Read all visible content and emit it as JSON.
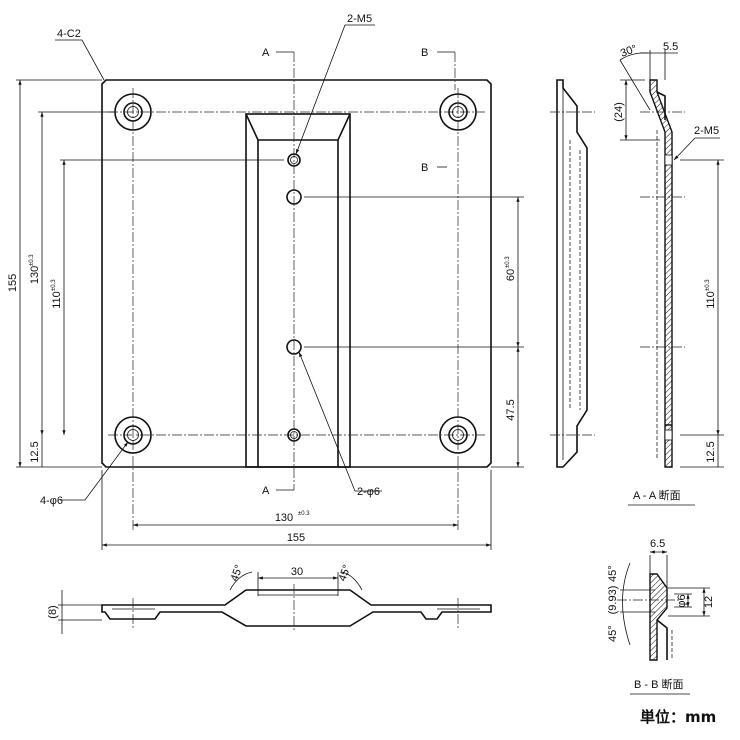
{
  "front_view": {
    "chamfer_note": "4-C2",
    "tapped_note_top": "2-M5",
    "hole_note_corner": "4-φ6",
    "hole_note_center": "2-φ6",
    "section_a_top": "A",
    "section_a_bottom": "A",
    "section_b_top": "B",
    "section_b_mid": "B",
    "dim_height": "155",
    "dim_130_v": "130",
    "dim_130_v_tol": "±0.3",
    "dim_110_v": "110",
    "dim_110_v_tol": "±0.3",
    "dim_12_5": "12.5",
    "dim_60": "60",
    "dim_60_tol": "±0.3",
    "dim_47_5": "47.5",
    "dim_130_h": "130",
    "dim_130_h_tol": "±0.3",
    "dim_width": "155"
  },
  "bottom_view": {
    "dim_8": "(8)",
    "dim_30": "30",
    "angle_left": "45°",
    "angle_right": "45°"
  },
  "section_aa": {
    "label": "A - A 断面",
    "angle": "30°",
    "dim_5_5": "5.5",
    "dim_24": "(24)",
    "tapped_note": "2-M5",
    "dim_110": "110",
    "dim_110_tol": "±0.3",
    "dim_12_5": "12.5"
  },
  "section_bb": {
    "label": "B - B 断面",
    "dim_6_5": "6.5",
    "angle_top": "45°",
    "angle_bottom": "45°",
    "dim_9_93": "(9.93)",
    "dim_phi6": "φ6",
    "dim_12": "12"
  },
  "unit_label": "単位：mm"
}
